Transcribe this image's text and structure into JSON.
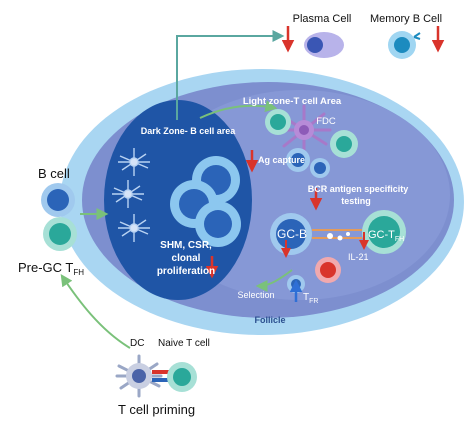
{
  "labels": {
    "plasma_cell": "Plasma Cell",
    "memory_b_cell": "Memory B Cell",
    "light_zone": "Light zone-T cell Area",
    "dark_zone": "Dark Zone- B cell area",
    "fdc": "FDC",
    "ag_capture": "Ag capture",
    "bcr_testing_line1": "BCR antigen specificity",
    "bcr_testing_line2": "testing",
    "b_cell": "B cell",
    "pre_gc_tfh_main": "Pre-GC T",
    "pre_gc_tfh_sub": "FH",
    "gc_b": "GC-B",
    "gc_tfh_main": "GC-T",
    "gc_tfh_sub": "FH",
    "il21": "IL-21",
    "shm_line1": "SHM, CSR,",
    "shm_line2": "clonal",
    "shm_line3": "proliferation",
    "selection": "Selection",
    "tfr_main": "T",
    "tfr_sub": "FR",
    "follicle": "Follicle",
    "dc": "DC",
    "naive_t_cell": "Naive T cell",
    "t_cell_priming": "T cell priming"
  },
  "colors": {
    "follicle_outer": "#a9d6f2",
    "follicle_inner": "#7d8fcf",
    "dark_zone": "#1f55a6",
    "down_arrow": "#d9342b",
    "up_arrow": "#2f6fd6",
    "green_arrow": "#7ac17a",
    "teal_arrow": "#5aa7a0"
  }
}
